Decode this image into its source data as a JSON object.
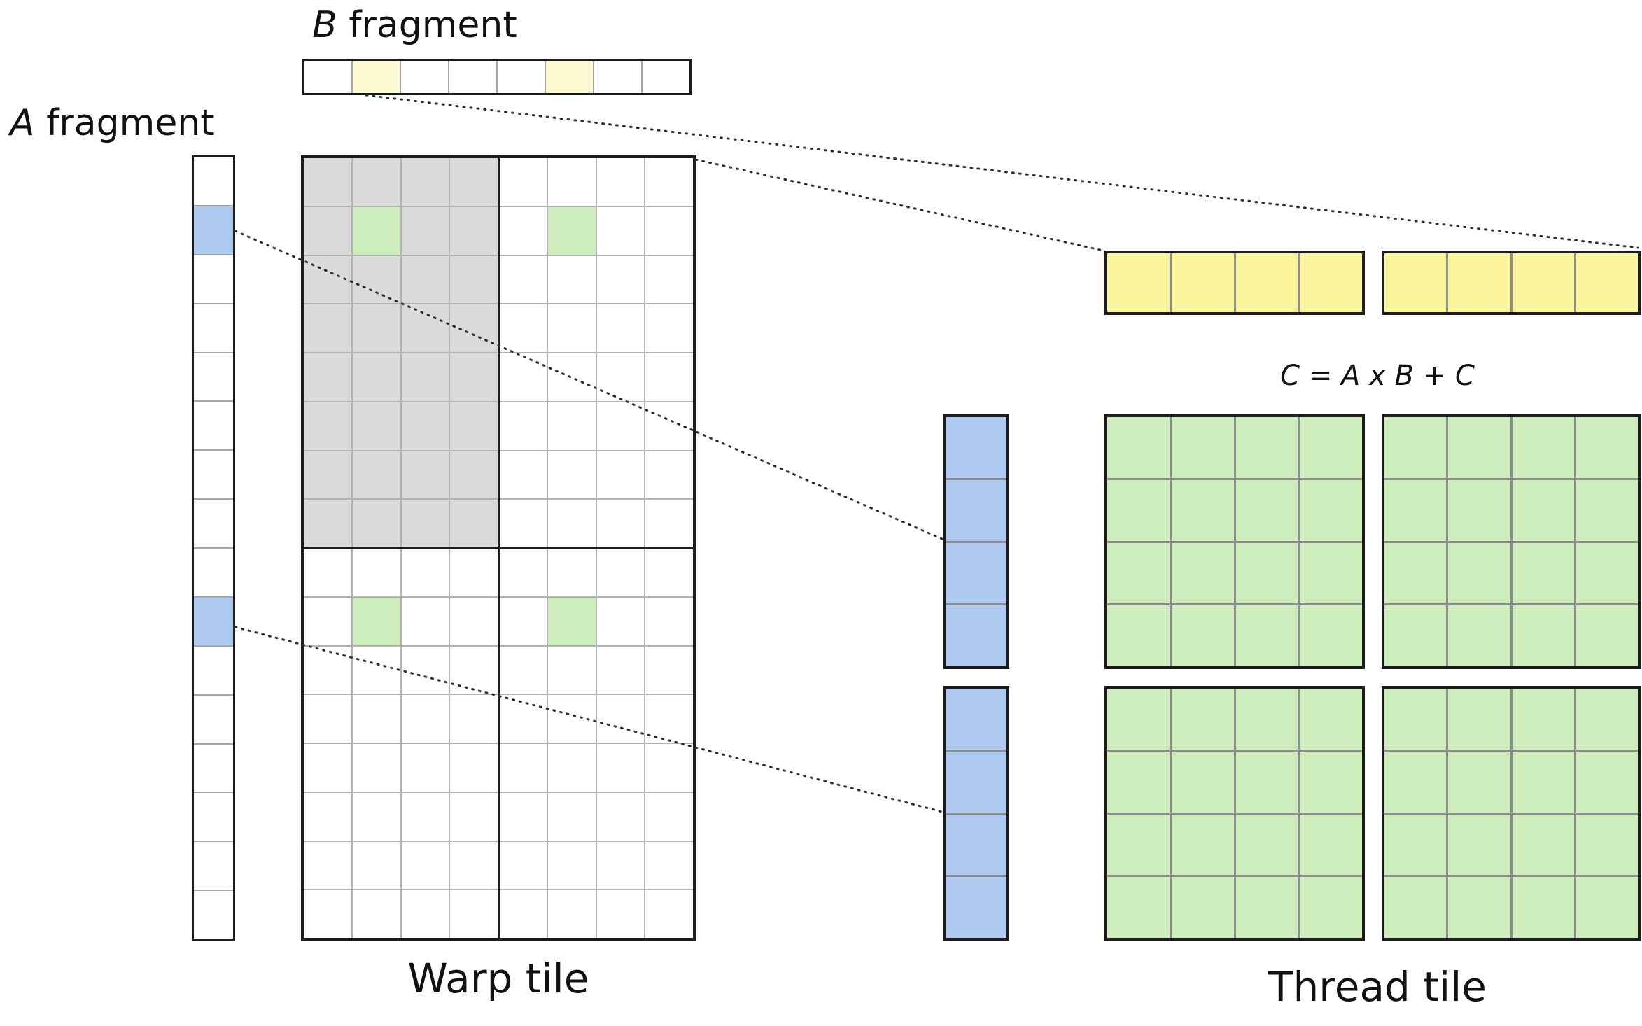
{
  "labels": {
    "a_italic": "A",
    "a_rest": " fragment",
    "b_italic": "B",
    "b_rest": " fragment",
    "equation": "C = A x B + C",
    "warp_tile": "Warp tile",
    "thread_tile": "Thread tile"
  },
  "colors": {
    "white": "#FFFFFF",
    "pale_yellow": "#FBFAD3",
    "yellow": "#FAF49C",
    "blue": "#AECAF0",
    "green": "#CDEDBD",
    "gray": "#DBDBDB"
  },
  "grids": {
    "b_fragment": {
      "rows": 1,
      "cols": 8,
      "fill": "white",
      "highlight_fill": "pale_yellow",
      "highlights": [
        [
          0,
          1
        ],
        [
          0,
          5
        ]
      ],
      "cell_name": "b-fragment-cell"
    },
    "a_fragment": {
      "rows": 16,
      "cols": 1,
      "fill": "white",
      "highlight_fill": "blue",
      "highlights": [
        [
          1,
          0
        ],
        [
          9,
          0
        ]
      ],
      "cell_name": "a-fragment-cell"
    },
    "warp_tile": {
      "rows": 16,
      "cols": 8,
      "fill": "white",
      "highlight_fill": "green",
      "highlights": [
        [
          1,
          1
        ],
        [
          1,
          5
        ],
        [
          9,
          1
        ],
        [
          9,
          5
        ]
      ],
      "region": {
        "r0": 0,
        "r1": 8,
        "c0": 0,
        "c1": 4,
        "fill": "gray"
      },
      "cell_name": "warp-tile-cell"
    },
    "yellow_strip": {
      "rows": 1,
      "cols": 4,
      "fill": "yellow",
      "cell_name": "b-zoom-cell"
    },
    "blue_strip": {
      "rows": 4,
      "cols": 1,
      "fill": "blue",
      "cell_name": "a-zoom-cell"
    },
    "thread_tile": {
      "rows": 4,
      "cols": 4,
      "fill": "green",
      "cell_name": "thread-tile-cell"
    }
  }
}
